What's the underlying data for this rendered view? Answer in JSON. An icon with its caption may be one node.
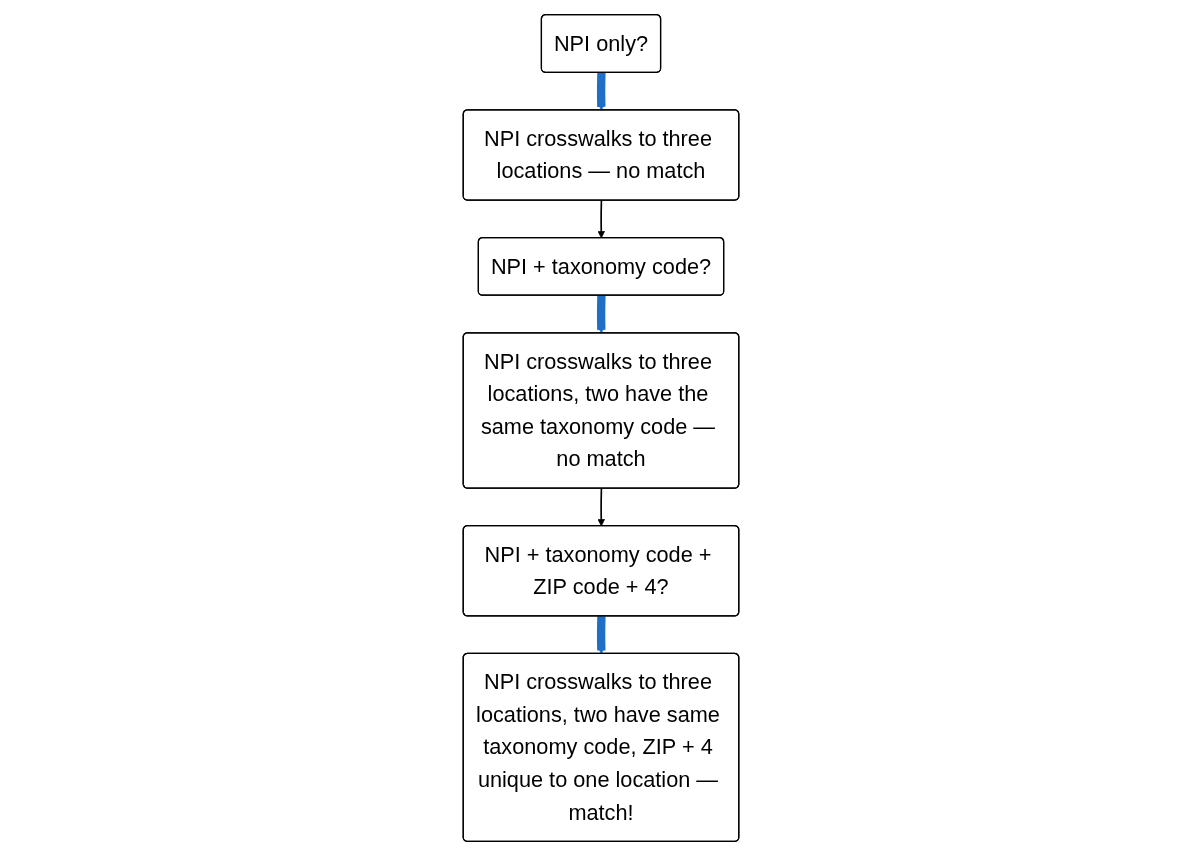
{
  "diagram": {
    "nodes": [
      {
        "text": [
          "NPI only?"
        ]
      },
      {
        "text": [
          "NPI crosswalks to three locations — no match"
        ]
      },
      {
        "text": [
          "NPI + taxonomy code?"
        ]
      },
      {
        "text": [
          "NPI crosswalks to three locations, two have the same taxonomy code — no match"
        ]
      },
      {
        "text": [
          "NPI + taxonomy code + ZIP code + 4?"
        ]
      },
      {
        "text": [
          "NPI crosswalks to three locations, two have same taxonomy code, ZIP + 4 unique to one location — match!"
        ]
      }
    ],
    "edges": [
      {
        "from": 0,
        "to": 1,
        "arrow": "to"
      },
      {
        "from": 1,
        "to": 2,
        "arrow": "to",
        "color": "#000000"
      },
      {
        "from": 2,
        "to": 3,
        "arrow": "to"
      },
      {
        "from": 3,
        "to": 4,
        "arrow": "to",
        "color": "#000000"
      },
      {
        "from": 4,
        "to": 5,
        "arrow": "to"
      }
    ]
  }
}
